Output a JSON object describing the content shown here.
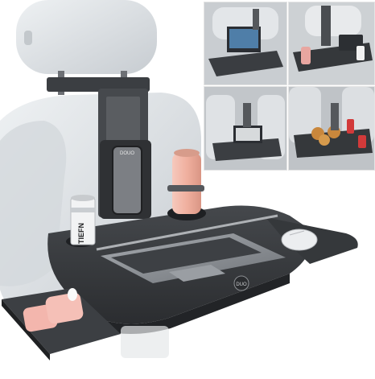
{
  "image": {
    "description_objects": [
      "car-seat",
      "headrest",
      "tray-table",
      "laptop",
      "smartphone",
      "water-bottle",
      "beverage-can",
      "computer-mouse",
      "earbuds-case"
    ],
    "can_text": "TIEFN",
    "mount_text": "DOUO",
    "tray_logo_text": "DUO",
    "colors": {
      "seat": "#dfe3e6",
      "seat_shadow": "#b9bec3",
      "tray": "#3a3d41",
      "tray_edge": "#2a2c2f",
      "laptop": "#8d9196",
      "bottle": "#f2b5a5",
      "earbuds": "#f3b6ad",
      "background": "#ffffff"
    }
  },
  "thumbnails": [
    {
      "scene": "tray-with-laptop-rear-view"
    },
    {
      "scene": "tray-with-tablet-and-drinks"
    },
    {
      "scene": "tray-with-laptop-between-seats"
    },
    {
      "scene": "tray-with-burgers-and-drinks"
    }
  ]
}
